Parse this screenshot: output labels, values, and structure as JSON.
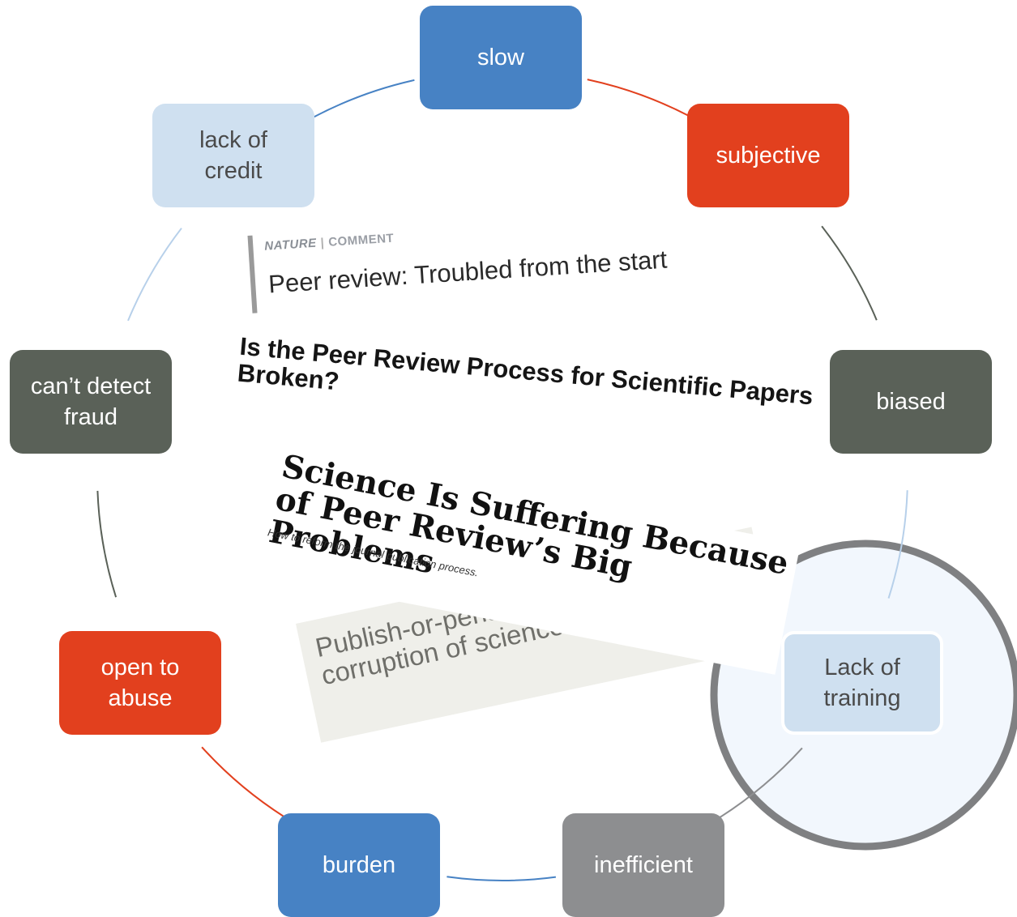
{
  "diagram": {
    "nodes": [
      {
        "id": "slow",
        "lines": [
          "slow"
        ],
        "color": "#4782c4",
        "text_color": "#ffffff"
      },
      {
        "id": "subjective",
        "lines": [
          "subjective"
        ],
        "color": "#e2401e",
        "text_color": "#ffffff"
      },
      {
        "id": "biased",
        "lines": [
          "biased"
        ],
        "color": "#5a6158",
        "text_color": "#ffffff"
      },
      {
        "id": "lack-of-training",
        "lines": [
          "Lack of",
          "training"
        ],
        "color": "#cfe0f0",
        "text_color": "#4a4a4a"
      },
      {
        "id": "inefficient",
        "lines": [
          "inefficient"
        ],
        "color": "#8d8e90",
        "text_color": "#ffffff"
      },
      {
        "id": "burden",
        "lines": [
          "burden"
        ],
        "color": "#4782c4",
        "text_color": "#ffffff"
      },
      {
        "id": "open-to-abuse",
        "lines": [
          "open to",
          "abuse"
        ],
        "color": "#e2401e",
        "text_color": "#ffffff"
      },
      {
        "id": "cant-detect-fraud",
        "lines": [
          "can’t detect",
          "fraud"
        ],
        "color": "#5a6158",
        "text_color": "#ffffff"
      },
      {
        "id": "lack-of-credit",
        "lines": [
          "lack of",
          "credit"
        ],
        "color": "#cfe0f0",
        "text_color": "#4a4a4a"
      }
    ],
    "highlight": {
      "target": "lack-of-training",
      "fill": "#f2f7fd",
      "stroke": "#7f8082"
    }
  },
  "headlines": {
    "nature": {
      "kicker": "NATURE",
      "section": "COMMENT",
      "title": "Peer review: Troubled from the start"
    },
    "broken": {
      "title": "Is the Peer Review Process for Scientific Papers Broken?"
    },
    "suffering": {
      "title": "Science Is Suffering Because of Peer Review’s Big Problems",
      "subtitle": "How to reform the journal publication process."
    },
    "publish": {
      "line1": "Publish-or-perish: Pe",
      "line2": "corruption of science"
    }
  }
}
